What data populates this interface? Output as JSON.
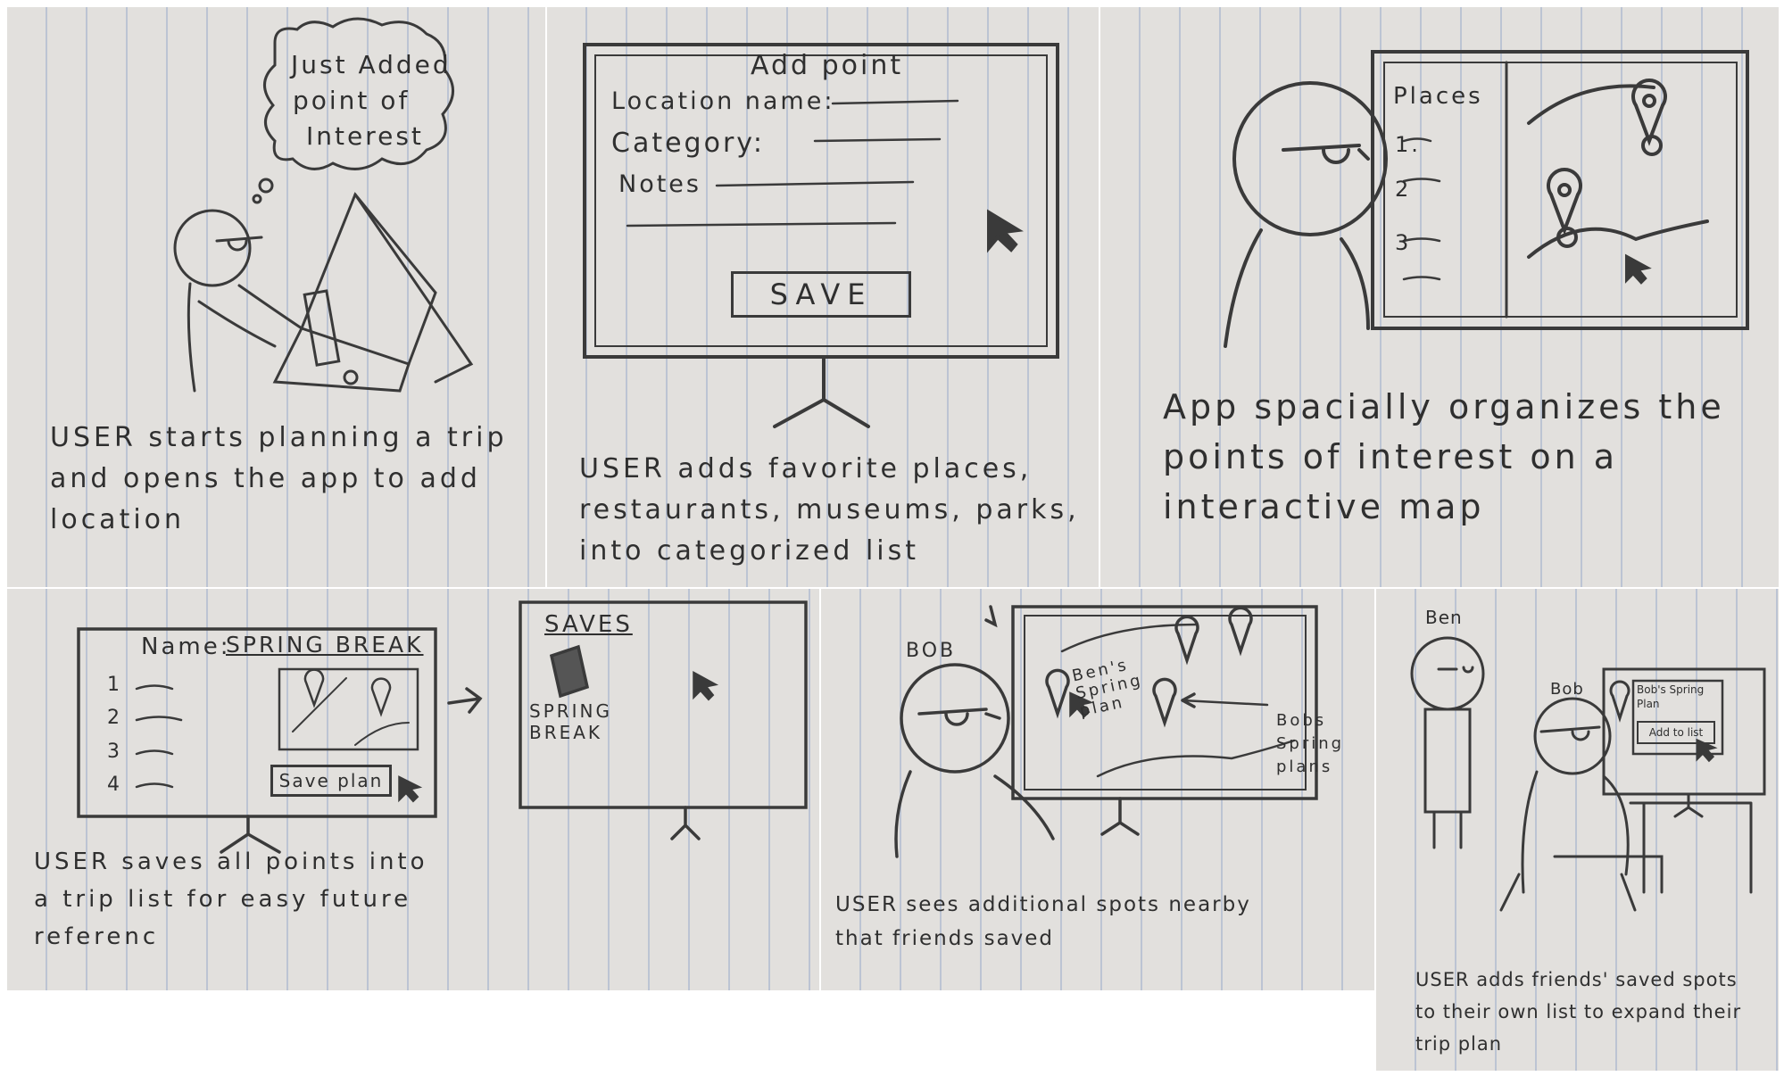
{
  "panels": [
    {
      "thought": [
        "Just Added",
        "point of",
        "Interest"
      ],
      "caption": "USER starts planning a trip and opens the app to add location"
    },
    {
      "form_title": "Add point",
      "fields": [
        "Location name:",
        "Category:",
        "Notes"
      ],
      "save_label": "SAVE",
      "caption": "USER adds favorite places, restaurants, museums, parks, into categorized list"
    },
    {
      "list_title": "Places",
      "list_numbers": [
        "1.",
        "2",
        "3"
      ],
      "caption": "App spacially organizes the points of interest on a interactive map"
    },
    {
      "name_label": "Name:",
      "name_value": "SPRING BREAK",
      "list_numbers": [
        "1",
        "2",
        "3",
        "4"
      ],
      "save_plan_label": "Save plan",
      "caption": "USER saves all points into a trip list for easy future referenc"
    },
    {
      "saves_title": "SAVES",
      "saved_item": "SPRING BREAK"
    },
    {
      "person_label": "BOB",
      "map_label": "Ben's Spring plan",
      "callout": "Bobs Spring plans",
      "caption": "USER sees additional spots nearby that friends saved"
    },
    {
      "person1": "Ben",
      "person2": "Bob",
      "popup_title": "Bob's Spring Plan",
      "add_button": "Add to list",
      "caption": "USER adds friends' saved spots to their own list to expand their trip plan"
    }
  ]
}
